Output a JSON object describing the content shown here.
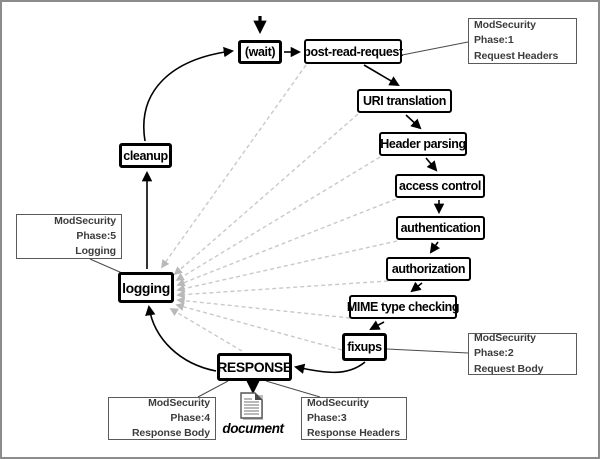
{
  "nodes": {
    "wait": "(wait)",
    "post_read_request": "post-read-request",
    "uri_translation": "URI translation",
    "header_parsing": "Header parsing",
    "access_control": "access control",
    "authentication": "authentication",
    "authorization": "authorization",
    "mime_type_checking": "MIME type checking",
    "fixups": "fixups",
    "response": "RESPONSE",
    "logging": "logging",
    "cleanup": "cleanup"
  },
  "callouts": {
    "phase1": {
      "line1": "ModSecurity Phase:1",
      "line2": "Request Headers"
    },
    "phase2": {
      "line1": "ModSecurity Phase:2",
      "line2": "Request Body"
    },
    "phase3": {
      "line1": "ModSecurity Phase:3",
      "line2": "Response Headers"
    },
    "phase4": {
      "line1": "ModSecurity Phase:4",
      "line2": "Response Body"
    },
    "phase5": {
      "line1": "ModSecurity Phase:5",
      "line2": "Logging"
    }
  },
  "document_label": "document",
  "icons": {
    "document_icon": "page-with-folded-corner",
    "entry_arrow_icon": "down-arrow"
  },
  "colors": {
    "node_border": "#000000",
    "node_fill": "#ffffff",
    "callout_border": "#5a5a5a",
    "callout_text": "#3c3c3c",
    "dashed_line": "#c9c9c9",
    "frame_border": "#8c8c8c",
    "background": "#ffffff"
  }
}
